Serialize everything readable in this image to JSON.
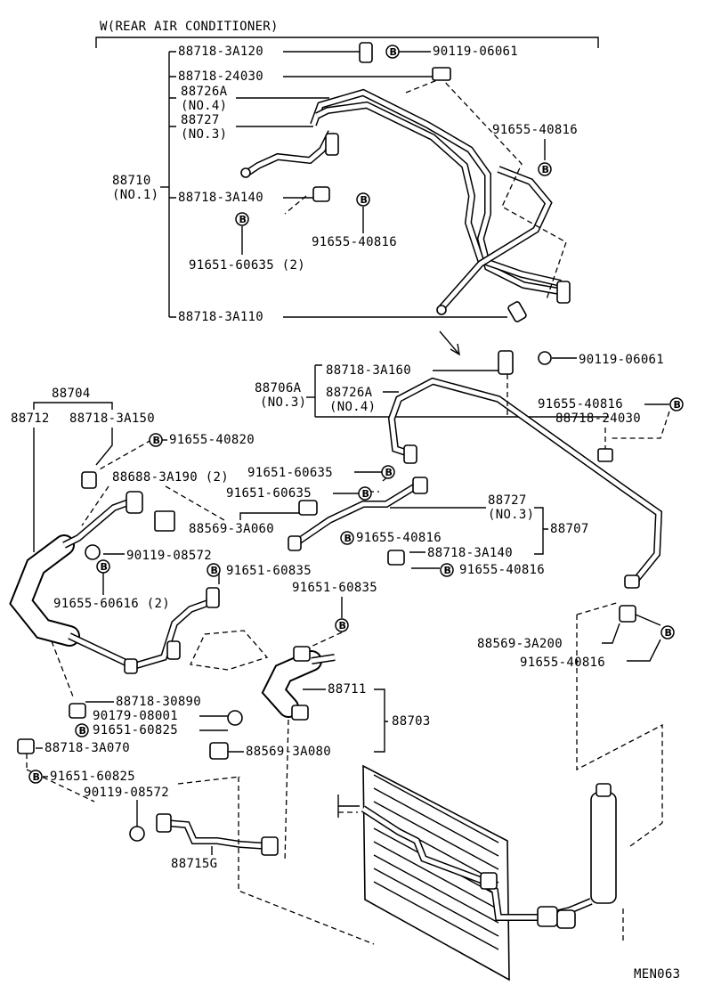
{
  "header": {
    "title": "W(REAR AIR CONDITIONER)"
  },
  "diagram_code": "MEN063",
  "badge_letter": "B",
  "labels": {
    "p88718_3A120": "88718-3A120",
    "p90119_06061_a": "90119-06061",
    "p88718_24030_a": "88718-24030",
    "p88726A": "88726A",
    "p88726A_no": "(NO.4)",
    "p88727_a": "88727",
    "p88727_a_no": "(NO.3)",
    "p91655_40816_a": "91655-40816",
    "p88710": "88710",
    "p88710_no": "(NO.1)",
    "p88718_3A140_a": "88718-3A140",
    "p91655_40816_b": "91655-40816",
    "p91651_60635_2": "91651-60635 (2)",
    "p88718_3A110": "88718-3A110",
    "p88718_3A160": "88718-3A160",
    "p90119_06061_b": "90119-06061",
    "p88706A": "88706A",
    "p88706A_no": "(NO.3)",
    "p88726A_b": "88726A",
    "p88726A_b_no": "(NO.4)",
    "p91655_40816_c": "91655-40816",
    "p88718_24030_b": "88718-24030",
    "p88704": "88704",
    "p88712": "88712",
    "p88718_3A150": "88718-3A150",
    "p91655_40820": "91655-40820",
    "p88688_3A190": "88688-3A190 (2)",
    "p91651_60635_a": "91651-60635",
    "p91651_60635_b": "91651-60635",
    "p88727_b": "88727",
    "p88727_b_no": "(NO.3)",
    "p88707": "88707",
    "p88569_3A060": "88569-3A060",
    "p91655_40816_d": "91655-40816",
    "p88718_3A140_b": "88718-3A140",
    "p90119_08572_a": "90119-08572",
    "p91655_40816_e": "91655-40816",
    "p91651_60835_a": "91651-60835",
    "p91655_60616": "91655-60616 (2)",
    "p91651_60835_b": "91651-60835",
    "p88569_3A200": "88569-3A200",
    "p91655_40816_f": "91655-40816",
    "p88718_30890": "88718-30890",
    "p88711": "88711",
    "p90179_08001": "90179-08001",
    "p91651_60825_a": "91651-60825",
    "p88703": "88703",
    "p88718_3A070": "88718-3A070",
    "p88569_3A080": "88569-3A080",
    "p91651_60825_b": "91651-60825",
    "p90119_08572_b": "90119-08572",
    "p88715G": "88715G"
  }
}
